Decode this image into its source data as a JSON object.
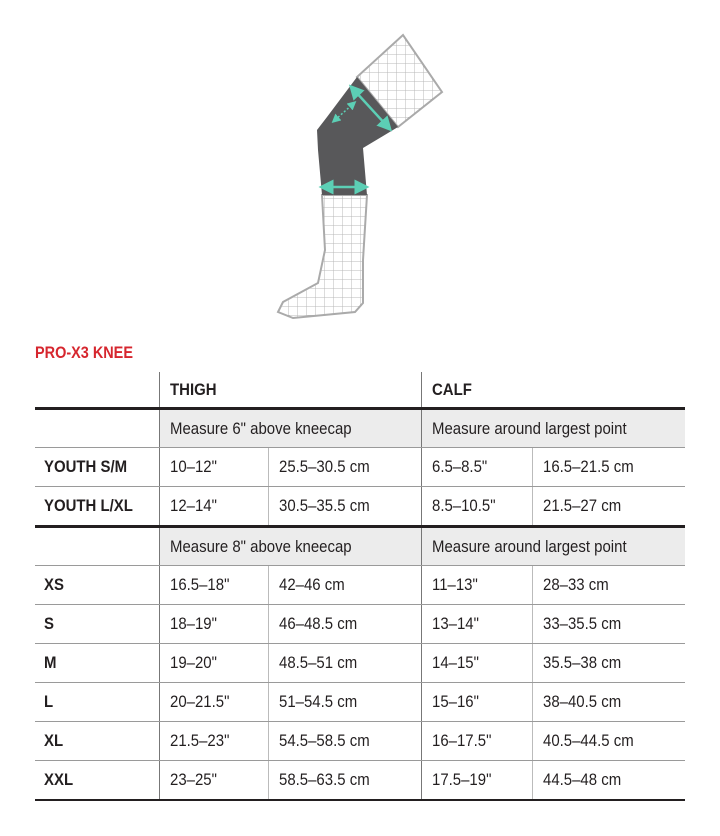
{
  "title": "PRO-X3 KNEE",
  "columns": {
    "thigh": "THIGH",
    "calf": "CALF"
  },
  "colors": {
    "title": "#d6262e",
    "arrow": "#5ccfb5",
    "sleeve": "#58585a"
  },
  "groups": [
    {
      "thigh_measure": "Measure 6\" above kneecap",
      "calf_measure": "Measure around largest point",
      "rows": [
        {
          "size": "YOUTH S/M",
          "thigh_in": "10–12\"",
          "thigh_cm": "25.5–30.5 cm",
          "calf_in": "6.5–8.5\"",
          "calf_cm": "16.5–21.5 cm"
        },
        {
          "size": "YOUTH L/XL",
          "thigh_in": "12–14\"",
          "thigh_cm": "30.5–35.5 cm",
          "calf_in": "8.5–10.5\"",
          "calf_cm": "21.5–27 cm"
        }
      ]
    },
    {
      "thigh_measure": "Measure 8\" above kneecap",
      "calf_measure": "Measure around largest point",
      "rows": [
        {
          "size": "XS",
          "thigh_in": "16.5–18\"",
          "thigh_cm": "42–46 cm",
          "calf_in": "11–13\"",
          "calf_cm": "28–33 cm"
        },
        {
          "size": "S",
          "thigh_in": "18–19\"",
          "thigh_cm": "46–48.5 cm",
          "calf_in": "13–14\"",
          "calf_cm": "33–35.5 cm"
        },
        {
          "size": "M",
          "thigh_in": "19–20\"",
          "thigh_cm": "48.5–51 cm",
          "calf_in": "14–15\"",
          "calf_cm": "35.5–38 cm"
        },
        {
          "size": "L",
          "thigh_in": "20–21.5\"",
          "thigh_cm": "51–54.5 cm",
          "calf_in": "15–16\"",
          "calf_cm": "38–40.5 cm"
        },
        {
          "size": "XL",
          "thigh_in": "21.5–23\"",
          "thigh_cm": "54.5–58.5 cm",
          "calf_in": "16–17.5\"",
          "calf_cm": "40.5–44.5 cm"
        },
        {
          "size": "XXL",
          "thigh_in": "23–25\"",
          "thigh_cm": "58.5–63.5 cm",
          "calf_in": "17.5–19\"",
          "calf_cm": "44.5–48 cm"
        }
      ]
    }
  ]
}
